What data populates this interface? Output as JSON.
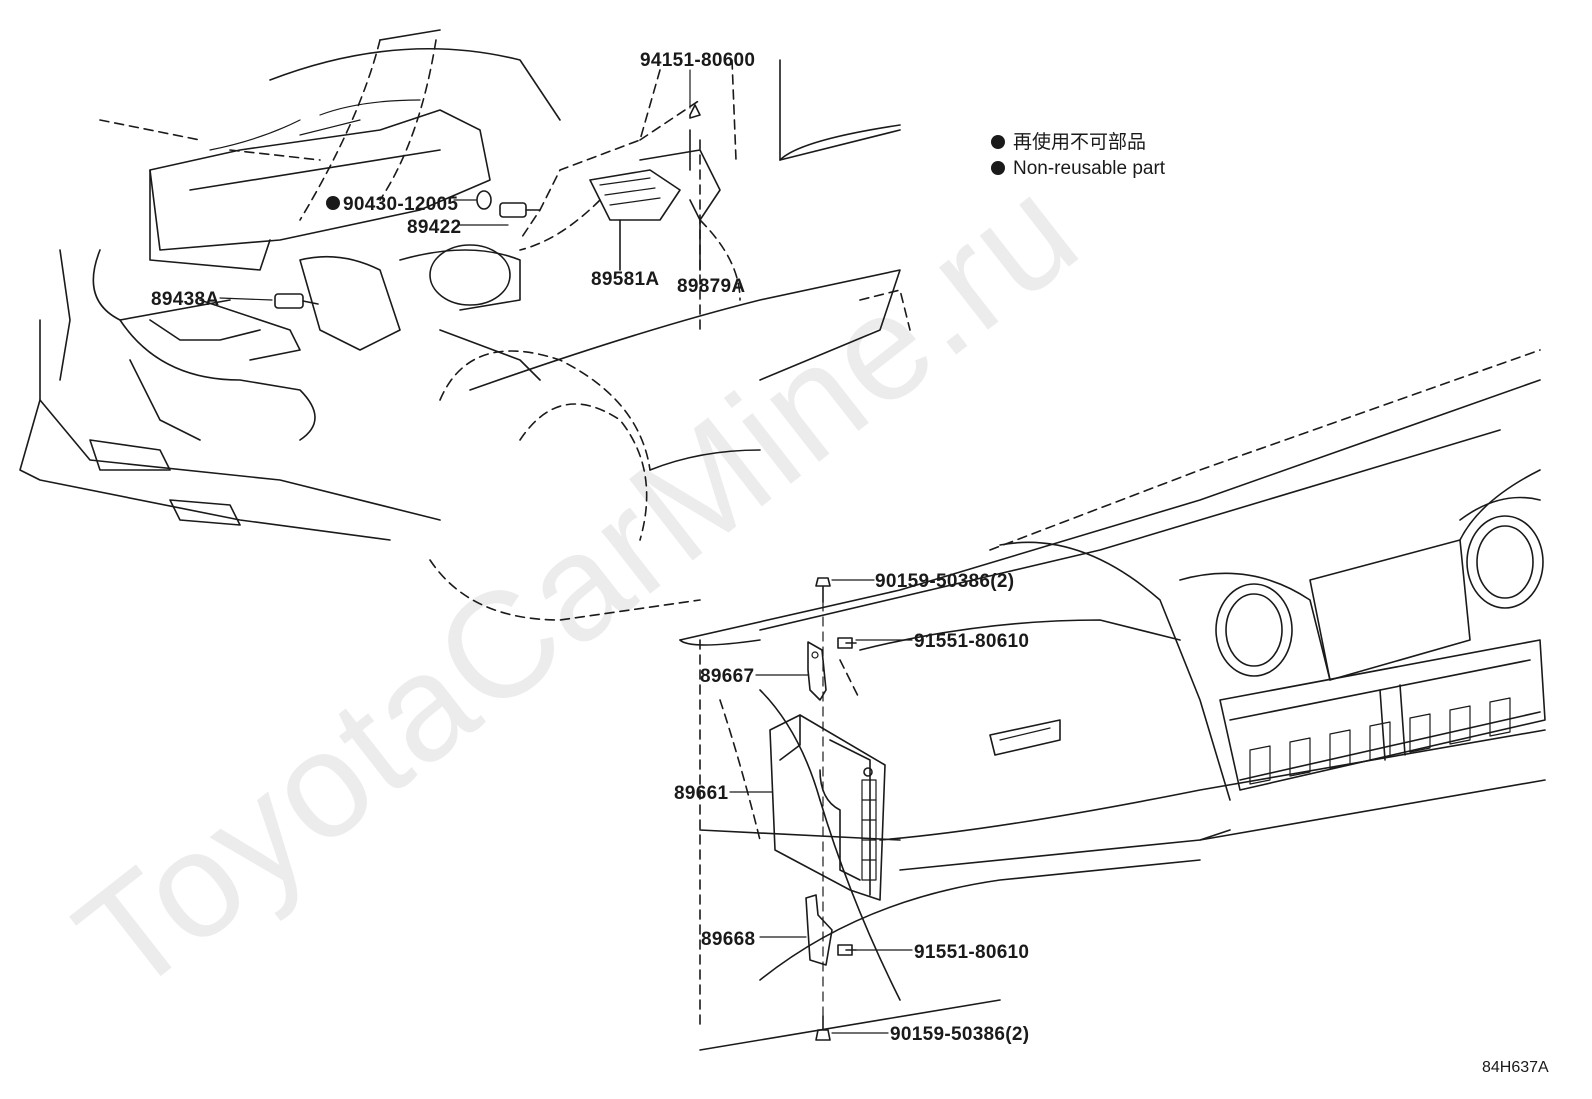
{
  "watermark": "ToyotaCarMine.ru",
  "legend": {
    "jp_text": "再使用不可部品",
    "en_text": "Non-reusable part",
    "bullet_icon": "filled-circle-icon"
  },
  "parts": {
    "p94151_80600": "94151-80600",
    "p90430_12005": "90430-12005",
    "p89422": "89422",
    "p89581A": "89581A",
    "p89879A": "89879A",
    "p89438A": "89438A",
    "p90159_50386_top": "90159-50386(2)",
    "p91551_80610_top": "91551-80610",
    "p89667": "89667",
    "p89661": "89661",
    "p89668": "89668",
    "p91551_80610_bottom": "91551-80610",
    "p90159_50386_bottom": "90159-50386(2)"
  },
  "figure_code": "84H637A",
  "colors": {
    "line": "#1a1a1a",
    "background": "#ffffff",
    "watermark": "#ececec"
  }
}
